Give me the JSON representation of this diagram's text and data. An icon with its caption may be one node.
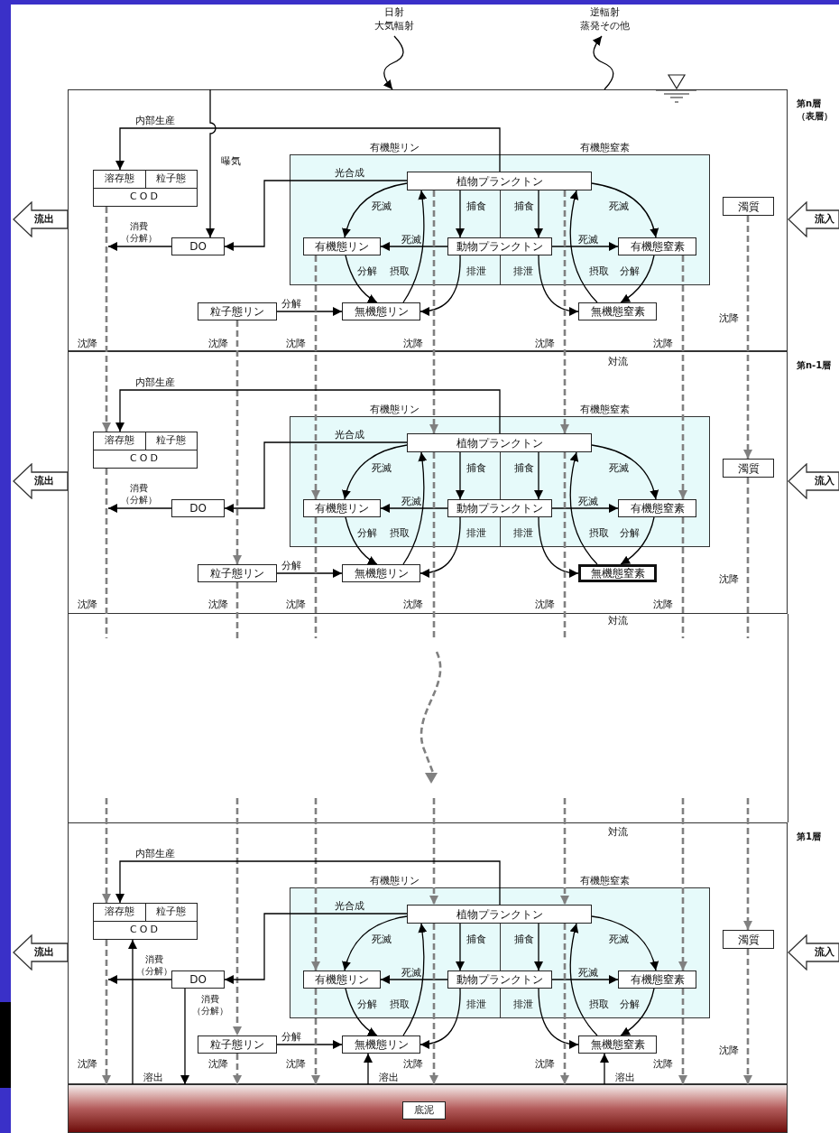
{
  "diagram": {
    "nodes": [
      {
        "text": [
          "日射",
          "大気輻射"
        ]
      },
      {
        "text": [
          "逆輻射",
          "蒸発その他"
        ]
      },
      {
        "text": [
          "第n層（表層）"
        ]
      },
      {
        "text": [
          "溶存態",
          "粒子態",
          "COD"
        ],
        "in": 2
      },
      {
        "text": [],
        "shape": "box",
        "in": 2
      },
      {
        "text": [
          "植物プランクトン"
        ],
        "in": 4
      },
      {
        "text": [
          "濁質"
        ],
        "in": 2
      },
      {
        "text": [
          "流出"
        ]
      },
      {
        "text": [
          "流入"
        ]
      },
      {
        "text": [
          "有機態リン"
        ],
        "in": 4
      },
      {
        "text": [
          "DO"
        ],
        "in": 2
      },
      {
        "text": [
          "動物プランクトン"
        ],
        "in": 4
      },
      {
        "text": [
          "有機態窒素"
        ],
        "in": 4
      },
      {
        "text": [
          "粒子態リン"
        ],
        "in": 2
      },
      {
        "text": [
          "無機態リン"
        ],
        "in": 2
      },
      {
        "text": [
          "無機態窒素"
        ],
        "in": 2
      },
      {
        "text": [
          "第n-1層"
        ]
      },
      {
        "text": [
          "溶存態",
          "粒子態",
          "COD"
        ],
        "in": 16
      },
      {
        "text": [],
        "shape": "box",
        "in": 16
      },
      {
        "text": [
          "植物プランクトン"
        ],
        "in": 18
      },
      {
        "text": [
          "濁質"
        ],
        "in": 16
      },
      {
        "text": [
          "流出"
        ]
      },
      {
        "text": [
          "流入"
        ]
      },
      {
        "text": [
          "有機態リン"
        ],
        "in": 18
      },
      {
        "text": [
          "DO"
        ],
        "in": 16
      },
      {
        "text": [
          "動物プランクトン"
        ],
        "in": 18
      },
      {
        "text": [
          "有機態窒素"
        ],
        "in": 18
      },
      {
        "text": [
          "粒子態リン"
        ],
        "in": 16
      },
      {
        "text": [
          "無機態リン"
        ],
        "in": 16
      },
      {
        "text": [
          "無機態窒素"
        ],
        "in": 16
      },
      {
        "text": [
          "第1層"
        ]
      },
      {
        "text": [
          "溶存態",
          "粒子態",
          "COD"
        ],
        "in": 30
      },
      {
        "text": [],
        "shape": "box",
        "in": 30
      },
      {
        "text": [
          "植物プランクトン"
        ],
        "in": 32
      },
      {
        "text": [
          "濁質"
        ],
        "in": 30
      },
      {
        "text": [
          "流出"
        ]
      },
      {
        "text": [
          "流入"
        ]
      },
      {
        "text": [
          "有機態リン"
        ],
        "in": 32
      },
      {
        "text": [
          "DO"
        ],
        "in": 30
      },
      {
        "text": [
          "動物プランクトン"
        ],
        "in": 32
      },
      {
        "text": [
          "有機態窒素"
        ],
        "in": 32
      },
      {
        "text": [
          "粒子態リン"
        ],
        "in": 30
      },
      {
        "text": [
          "無機態リン"
        ],
        "in": 30
      },
      {
        "text": [
          "無機態窒素"
        ],
        "in": 30
      },
      {
        "text": [
          "底泥"
        ]
      }
    ],
    "edges": [
      {
        "from": 0,
        "to": 2,
        "arrow": "to"
      },
      {
        "from": 2,
        "to": 1,
        "arrow": "to"
      },
      {
        "from": null,
        "to": 10,
        "arrow": "to",
        "label": "曝気"
      },
      {
        "from": 5,
        "to": 3,
        "arrow": "to",
        "label": "内部生産"
      },
      {
        "from": 5,
        "to": 10,
        "arrow": "to",
        "label": "光合成"
      },
      {
        "from": 10,
        "to": null,
        "arrow": "to",
        "label": "消費（分解）"
      },
      {
        "from": 5,
        "to": 9,
        "arrow": "to",
        "label": "死滅"
      },
      {
        "from": 5,
        "to": 11,
        "arrow": "to",
        "label": "捕食"
      },
      {
        "from": 5,
        "to": 11,
        "arrow": "to",
        "label": "捕食"
      },
      {
        "from": 5,
        "to": 12,
        "arrow": "to",
        "label": "死滅"
      },
      {
        "from": 11,
        "to": 9,
        "arrow": "to",
        "label": "死滅"
      },
      {
        "from": 11,
        "to": 12,
        "arrow": "to",
        "label": "死滅"
      },
      {
        "from": 9,
        "to": 14,
        "arrow": "to",
        "label": "分解"
      },
      {
        "from": 14,
        "to": 5,
        "arrow": "to",
        "label": "摂取"
      },
      {
        "from": 11,
        "to": 14,
        "arrow": "to",
        "label": "排泄"
      },
      {
        "from": 11,
        "to": 15,
        "arrow": "to",
        "label": "排泄"
      },
      {
        "from": 15,
        "to": 5,
        "arrow": "to",
        "label": "摂取"
      },
      {
        "from": 12,
        "to": 15,
        "arrow": "to",
        "label": "分解"
      },
      {
        "from": 13,
        "to": 14,
        "arrow": "to",
        "label": "分解"
      },
      {
        "from": 3,
        "to": 17,
        "arrow": "to",
        "style": "dashed",
        "color": "#808080"
      },
      {
        "from": 13,
        "to": 27,
        "arrow": "to",
        "style": "dashed",
        "color": "#808080"
      },
      {
        "from": 9,
        "to": 23,
        "arrow": "to",
        "style": "dashed",
        "color": "#808080"
      },
      {
        "from": 5,
        "to": 19,
        "arrow": "to",
        "style": "dashed",
        "color": "#808080"
      },
      {
        "from": 5,
        "to": 19,
        "arrow": "to",
        "style": "dashed",
        "color": "#808080"
      },
      {
        "from": 12,
        "to": 26,
        "arrow": "to",
        "style": "dashed",
        "color": "#808080"
      },
      {
        "from": 6,
        "to": 20,
        "arrow": "to",
        "style": "dashed",
        "color": "#808080"
      },
      {
        "from": 19,
        "to": 17,
        "arrow": "to",
        "label": "内部生産"
      },
      {
        "from": 19,
        "to": 24,
        "arrow": "to",
        "label": "光合成"
      },
      {
        "from": 24,
        "to": null,
        "arrow": "to",
        "label": "消費（分解）"
      },
      {
        "from": 19,
        "to": 23,
        "arrow": "to",
        "label": "死滅"
      },
      {
        "from": 19,
        "to": 25,
        "arrow": "to",
        "label": "捕食"
      },
      {
        "from": 19,
        "to": 25,
        "arrow": "to",
        "label": "捕食"
      },
      {
        "from": 19,
        "to": 26,
        "arrow": "to",
        "label": "死滅"
      },
      {
        "from": 25,
        "to": 23,
        "arrow": "to",
        "label": "死滅"
      },
      {
        "from": 25,
        "to": 26,
        "arrow": "to",
        "label": "死滅"
      },
      {
        "from": 23,
        "to": 28,
        "arrow": "to",
        "label": "分解"
      },
      {
        "from": 28,
        "to": 19,
        "arrow": "to",
        "label": "摂取"
      },
      {
        "from": 25,
        "to": 28,
        "arrow": "to",
        "label": "排泄"
      },
      {
        "from": 25,
        "to": 29,
        "arrow": "to",
        "label": "排泄"
      },
      {
        "from": 29,
        "to": 19,
        "arrow": "to",
        "label": "摂取"
      },
      {
        "from": 26,
        "to": 29,
        "arrow": "to",
        "label": "分解"
      },
      {
        "from": 27,
        "to": 28,
        "arrow": "to",
        "label": "分解"
      },
      {
        "from": 17,
        "to": null,
        "arrow": "none",
        "style": "dashed",
        "color": "#808080"
      },
      {
        "from": 27,
        "to": null,
        "arrow": "none",
        "style": "dashed",
        "color": "#808080"
      },
      {
        "from": 23,
        "to": null,
        "arrow": "none",
        "style": "dashed",
        "color": "#808080"
      },
      {
        "from": 19,
        "to": null,
        "arrow": "none",
        "style": "dashed",
        "color": "#808080"
      },
      {
        "from": 19,
        "to": null,
        "arrow": "none",
        "style": "dashed",
        "color": "#808080"
      },
      {
        "from": 26,
        "to": null,
        "arrow": "none",
        "style": "dashed",
        "color": "#808080"
      },
      {
        "from": 20,
        "to": null,
        "arrow": "none",
        "style": "dashed",
        "color": "#808080"
      },
      {
        "from": null,
        "to": 31,
        "arrow": "to",
        "style": "dashed",
        "color": "#808080"
      },
      {
        "from": null,
        "to": 41,
        "arrow": "to",
        "style": "dashed",
        "color": "#808080"
      },
      {
        "from": null,
        "to": 37,
        "arrow": "to",
        "style": "dashed",
        "color": "#808080"
      },
      {
        "from": null,
        "to": 33,
        "arrow": "to",
        "style": "dashed",
        "color": "#808080"
      },
      {
        "from": null,
        "to": 33,
        "arrow": "to",
        "style": "dashed",
        "color": "#808080"
      },
      {
        "from": null,
        "to": 40,
        "arrow": "to",
        "style": "dashed",
        "color": "#808080"
      },
      {
        "from": null,
        "to": 34,
        "arrow": "to",
        "style": "dashed",
        "color": "#808080"
      },
      {
        "from": 33,
        "to": 31,
        "arrow": "to",
        "label": "内部生産"
      },
      {
        "from": 33,
        "to": 38,
        "arrow": "to",
        "label": "光合成"
      },
      {
        "from": 38,
        "to": null,
        "arrow": "to",
        "label": "消費（分解）"
      },
      {
        "from": 33,
        "to": 37,
        "arrow": "to",
        "label": "死滅"
      },
      {
        "from": 33,
        "to": 39,
        "arrow": "to",
        "label": "捕食"
      },
      {
        "from": 33,
        "to": 39,
        "arrow": "to",
        "label": "捕食"
      },
      {
        "from": 33,
        "to": 40,
        "arrow": "to",
        "label": "死滅"
      },
      {
        "from": 39,
        "to": 37,
        "arrow": "to",
        "label": "死滅"
      },
      {
        "from": 39,
        "to": 40,
        "arrow": "to",
        "label": "死滅"
      },
      {
        "from": 37,
        "to": 42,
        "arrow": "to",
        "label": "分解"
      },
      {
        "from": 42,
        "to": 33,
        "arrow": "to",
        "label": "摂取"
      },
      {
        "from": 39,
        "to": 42,
        "arrow": "to",
        "label": "排泄"
      },
      {
        "from": 39,
        "to": 43,
        "arrow": "to",
        "label": "排泄"
      },
      {
        "from": 43,
        "to": 33,
        "arrow": "to",
        "label": "摂取"
      },
      {
        "from": 40,
        "to": 43,
        "arrow": "to",
        "label": "分解"
      },
      {
        "from": 41,
        "to": 42,
        "arrow": "to",
        "label": "分解"
      },
      {
        "from": 31,
        "to": 44,
        "arrow": "to",
        "style": "dashed",
        "color": "#808080"
      },
      {
        "from": 41,
        "to": 44,
        "arrow": "to",
        "style": "dashed",
        "color": "#808080"
      },
      {
        "from": 37,
        "to": 44,
        "arrow": "to",
        "style": "dashed",
        "color": "#808080"
      },
      {
        "from": 33,
        "to": 44,
        "arrow": "to",
        "style": "dashed",
        "color": "#808080"
      },
      {
        "from": 33,
        "to": 44,
        "arrow": "to",
        "style": "dashed",
        "color": "#808080"
      },
      {
        "from": 40,
        "to": 44,
        "arrow": "to",
        "style": "dashed",
        "color": "#808080"
      },
      {
        "from": 34,
        "to": 44,
        "arrow": "to",
        "style": "dashed",
        "color": "#808080"
      },
      {
        "from": 44,
        "to": 31,
        "arrow": "to",
        "label": "溶出"
      },
      {
        "from": 44,
        "to": 42,
        "arrow": "to",
        "label": "溶出"
      },
      {
        "from": 44,
        "to": 43,
        "arrow": "to",
        "label": "溶出"
      },
      {
        "from": 38,
        "to": 44,
        "arrow": "to",
        "label": "消費（分解）"
      }
    ],
    "labels": [
      "有機態リン",
      "有機態窒素",
      "沈降",
      "沈降",
      "沈降",
      "沈降",
      "沈降",
      "沈降",
      "沈降",
      "対流",
      "有機態リン",
      "有機態窒素",
      "沈降",
      "沈降",
      "沈降",
      "沈降",
      "沈降",
      "沈降",
      "沈降",
      "対流",
      "対流",
      "有機態リン",
      "有機態窒素",
      "沈降",
      "沈降",
      "沈降",
      "沈降",
      "沈降",
      "沈降",
      "沈降"
    ]
  }
}
